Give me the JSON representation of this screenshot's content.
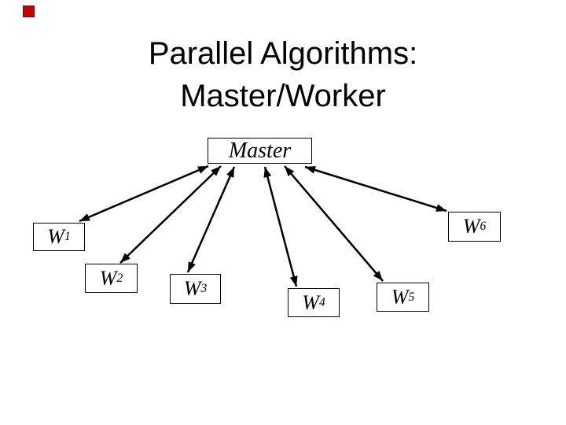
{
  "slide": {
    "background_color": "#ffffff",
    "text_color": "#000000",
    "corner_marker": {
      "color": "#c00000"
    },
    "title": {
      "line1": "Parallel Algorithms:",
      "line2": "Master/Worker"
    }
  },
  "diagram": {
    "edge_color": "#000000",
    "arrow_style": "double-headed",
    "master": {
      "label": "Master"
    },
    "workers": [
      {
        "base": "W",
        "sub": "1"
      },
      {
        "base": "W",
        "sub": "2"
      },
      {
        "base": "W",
        "sub": "3"
      },
      {
        "base": "W",
        "sub": "4"
      },
      {
        "base": "W",
        "sub": "5"
      },
      {
        "base": "W",
        "sub": "6"
      }
    ],
    "edges": [
      {
        "from": "master",
        "to": "w1"
      },
      {
        "from": "master",
        "to": "w2"
      },
      {
        "from": "master",
        "to": "w3"
      },
      {
        "from": "master",
        "to": "w4"
      },
      {
        "from": "master",
        "to": "w5"
      },
      {
        "from": "master",
        "to": "w6"
      }
    ]
  }
}
